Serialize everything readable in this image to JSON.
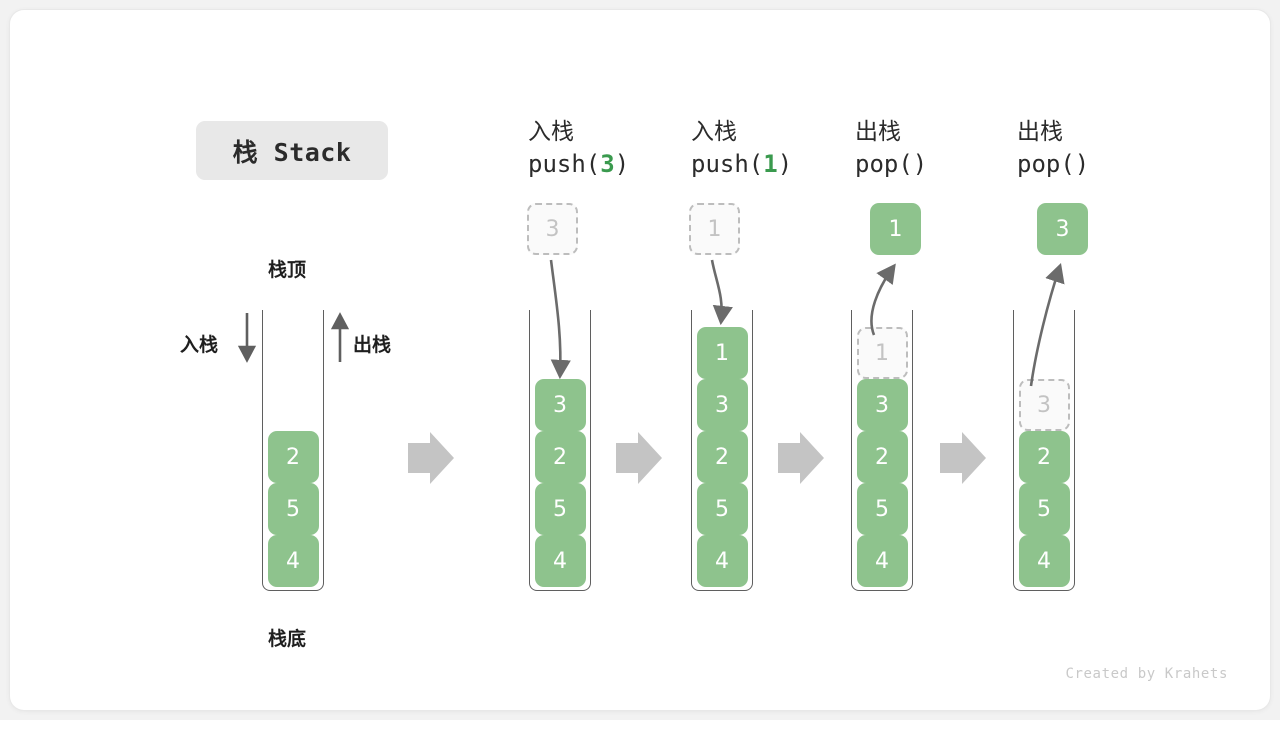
{
  "title": {
    "text": "栈 Stack"
  },
  "credit": {
    "text": "Created by Krahets"
  },
  "colors": {
    "element_green": "#8ec38d",
    "ghost_border": "#bdbdbd",
    "ghost_text": "#c3c3c3",
    "arrow_gray": "#6b6b6b",
    "block_arrow_gray": "#c4c4c4",
    "chip_bg": "#e8e8e8",
    "accent_code_green": "#3a9a4e"
  },
  "base_stack": {
    "top_label": "栈顶",
    "bottom_label": "栈底",
    "push_label": "入栈",
    "pop_label": "出栈",
    "cells": [
      "4",
      "5",
      "2"
    ]
  },
  "steps": [
    {
      "head_cn": "入栈",
      "head_code_prefix": "push(",
      "head_code_arg": "3",
      "head_code_suffix": ")",
      "outside_box": {
        "value": "3",
        "style": "ghost"
      },
      "cells": [
        "4",
        "5",
        "2",
        "3"
      ],
      "ghost_cells": []
    },
    {
      "head_cn": "入栈",
      "head_code_prefix": "push(",
      "head_code_arg": "1",
      "head_code_suffix": ")",
      "outside_box": {
        "value": "1",
        "style": "ghost"
      },
      "cells": [
        "4",
        "5",
        "2",
        "3",
        "1"
      ],
      "ghost_cells": []
    },
    {
      "head_cn": "出栈",
      "head_code_prefix": "pop(",
      "head_code_arg": "",
      "head_code_suffix": ")",
      "outside_box": {
        "value": "1",
        "style": "filled"
      },
      "cells": [
        "4",
        "5",
        "2",
        "3"
      ],
      "ghost_cells": [
        "1"
      ]
    },
    {
      "head_cn": "出栈",
      "head_code_prefix": "pop(",
      "head_code_arg": "",
      "head_code_suffix": ")",
      "outside_box": {
        "value": "3",
        "style": "filled"
      },
      "cells": [
        "4",
        "5",
        "2"
      ],
      "ghost_cells": [
        "3"
      ]
    }
  ]
}
